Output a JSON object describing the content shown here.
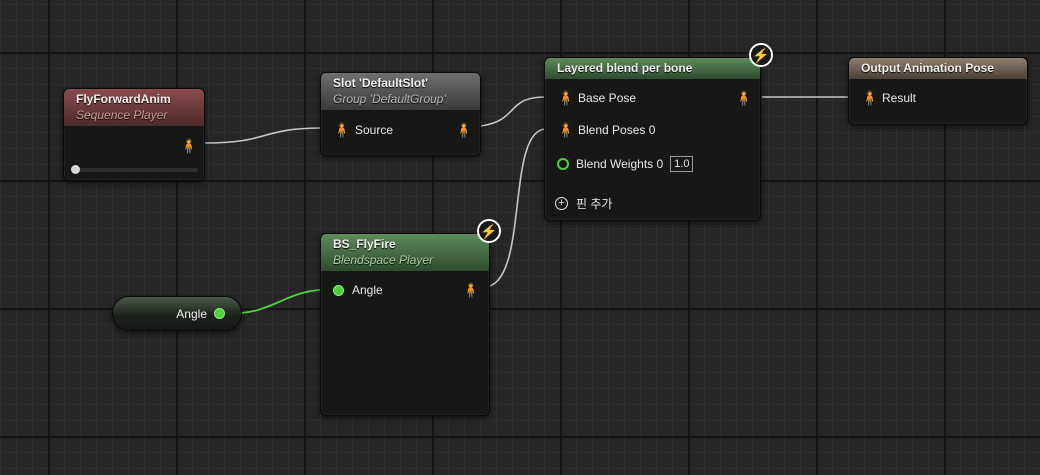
{
  "nodes": {
    "flyforward": {
      "title": "FlyForwardAnim",
      "subtitle": "Sequence Player",
      "progress": 0.0
    },
    "slot": {
      "title": "Slot 'DefaultSlot'",
      "subtitle": "Group 'DefaultGroup'",
      "source_label": "Source"
    },
    "layered": {
      "title": "Layered blend per bone",
      "base_pose_label": "Base Pose",
      "blend_poses_label": "Blend Poses 0",
      "blend_weights_label": "Blend Weights 0",
      "blend_weights_value": "1.0",
      "add_pin_label": "핀 추가"
    },
    "output": {
      "title": "Output Animation Pose",
      "result_label": "Result"
    },
    "bs_flyfire": {
      "title": "BS_FlyFire",
      "subtitle": "Blendspace Player",
      "angle_label": "Angle"
    },
    "angle_var": {
      "label": "Angle"
    }
  },
  "icons": {
    "pose_pin": "person-pose-icon",
    "fast_path": "lightning-bolt-icon",
    "add_pin": "plus-circle-icon"
  },
  "colors": {
    "wire_pose": "#c8c8c8",
    "wire_float": "#4cd23a",
    "header_sequence": "#8a4a4c",
    "header_slot": "#6f6f6f",
    "header_blend": "#5d8c5a",
    "header_output": "#8e7e6e"
  }
}
